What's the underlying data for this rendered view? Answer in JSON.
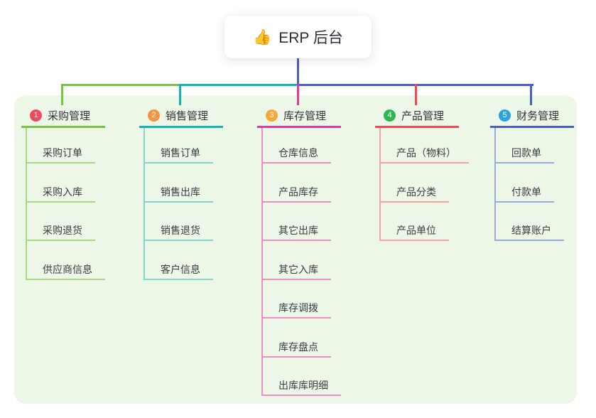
{
  "root": {
    "icon": "👍",
    "label": "ERP 后台"
  },
  "branches": [
    {
      "badge": "1",
      "label": "采购管理",
      "badge_color": "#f3495d",
      "line_color": "#7dc142",
      "child_line_color": "#aad786",
      "children": [
        "采购订单",
        "采购入库",
        "采购退货",
        "供应商信息"
      ]
    },
    {
      "badge": "2",
      "label": "销售管理",
      "badge_color": "#f69240",
      "line_color": "#13b5b1",
      "child_line_color": "#85d6d1",
      "children": [
        "销售订单",
        "销售出库",
        "销售退货",
        "客户信息"
      ]
    },
    {
      "badge": "3",
      "label": "库存管理",
      "badge_color": "#f9a63b",
      "line_color": "#de3b9e",
      "child_line_color": "#f08cc4",
      "children": [
        "仓库信息",
        "产品库存",
        "其它出库",
        "其它入库",
        "库存调拨",
        "库存盘点",
        "出库库明细"
      ]
    },
    {
      "badge": "4",
      "label": "产品管理",
      "badge_color": "#2fb553",
      "line_color": "#f4494f",
      "child_line_color": "#f9a3a8",
      "children": [
        "产品（物料）",
        "产品分类",
        "产品单位"
      ]
    },
    {
      "badge": "5",
      "label": "财务管理",
      "badge_color": "#2aa2de",
      "line_color": "#485fc7",
      "child_line_color": "#98abe0",
      "children": [
        "回款单",
        "付款单",
        "结算账户"
      ]
    }
  ],
  "colors": {
    "page_bg": "#ffffff",
    "panel_bg": "#edf7e7",
    "root_connector": "#485fc7",
    "root_text": "#2e2e38",
    "header_text": "#33333b",
    "child_text": "#3c3c44"
  }
}
